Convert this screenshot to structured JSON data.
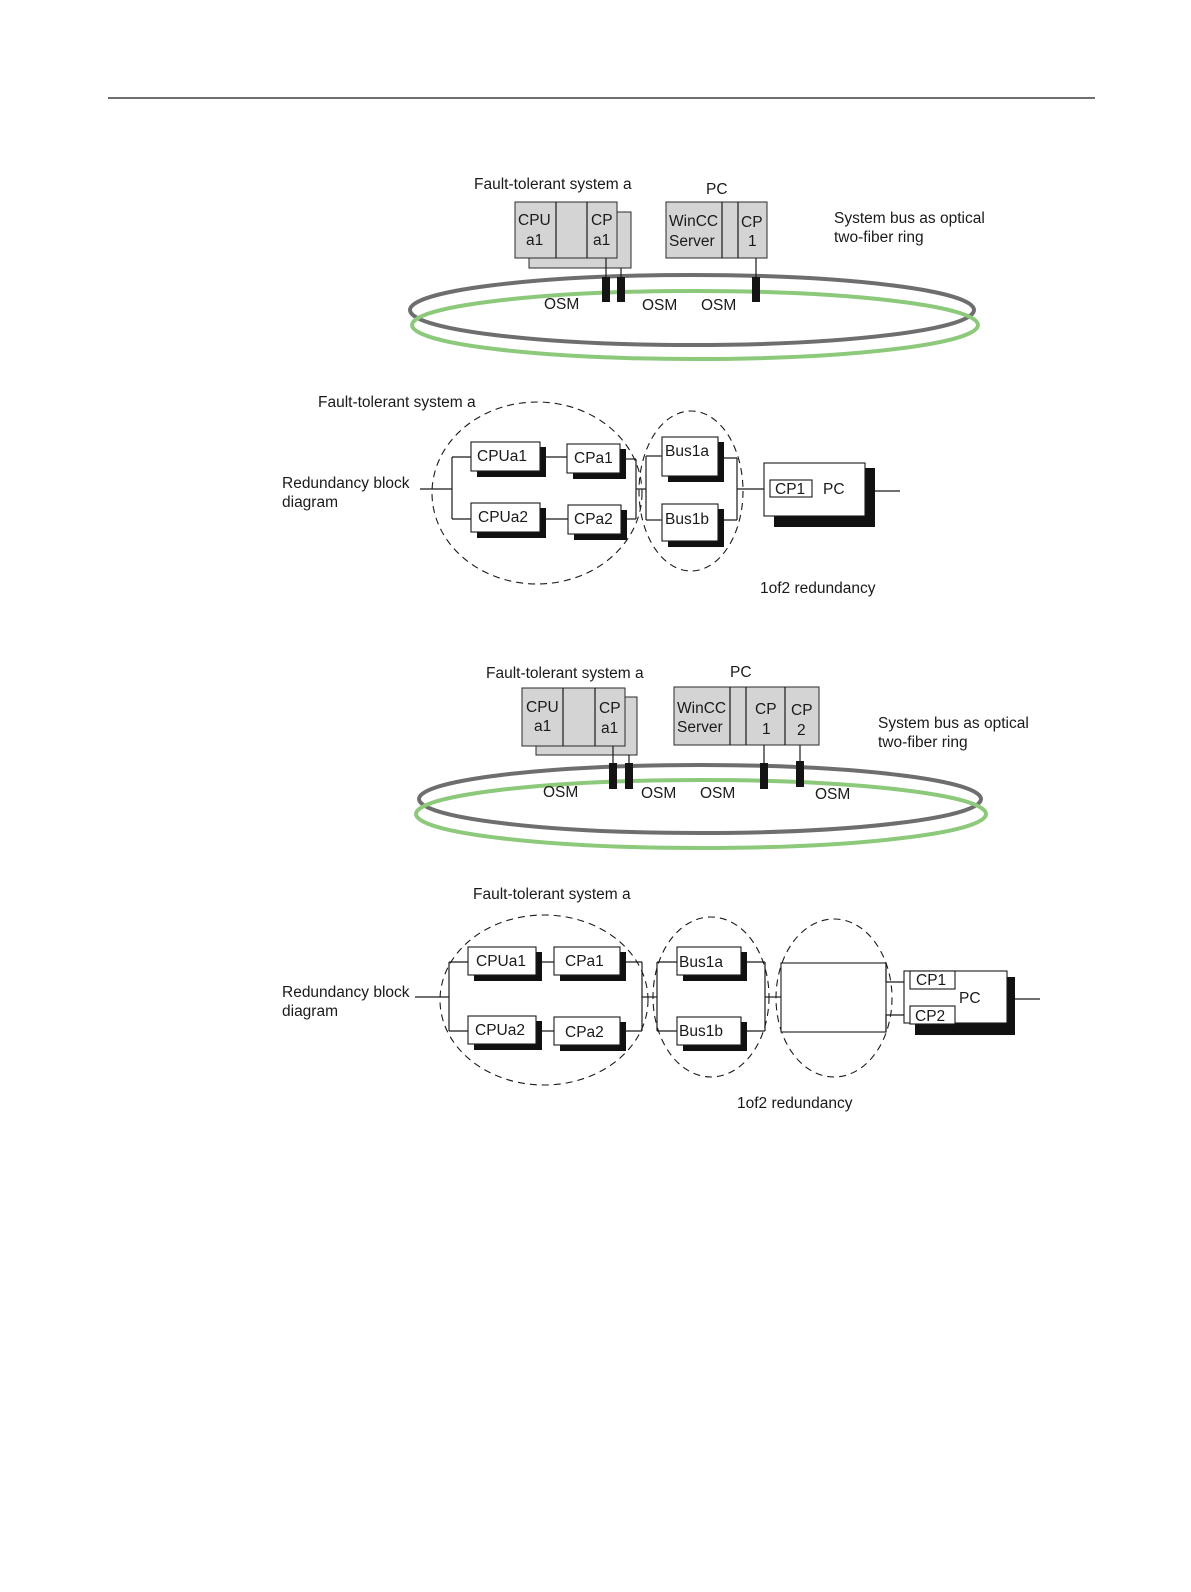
{
  "diagram1": {
    "title": "Fault-tolerant system a",
    "cpu_line1": "CPU",
    "cpu_line2": "a1",
    "cp_line1": "CP",
    "cp_line2": "a1",
    "pc_label": "PC",
    "wincc_line1": "WinCC",
    "wincc_line2": "Server",
    "pc_cp_line1": "CP",
    "pc_cp_line2": "1",
    "bus_line1": "System bus as optical",
    "bus_line2": "two-fiber ring",
    "osm_labels": [
      "OSM",
      "OSM",
      "OSM"
    ]
  },
  "block1": {
    "title": "Fault-tolerant system a",
    "rbd_line1": "Redundancy block",
    "rbd_line2": "diagram",
    "cpua1": "CPUa1",
    "cpa1": "CPa1",
    "cpua2": "CPUa2",
    "cpa2": "CPa2",
    "bus1a": "Bus1a",
    "bus1b": "Bus1b",
    "cp1": "CP1",
    "pc": "PC",
    "caption": "1of2 redundancy"
  },
  "diagram2": {
    "title": "Fault-tolerant system a",
    "cpu_line1": "CPU",
    "cpu_line2": "a1",
    "cp_line1": "CP",
    "cp_line2": "a1",
    "pc_label": "PC",
    "wincc_line1": "WinCC",
    "wincc_line2": "Server",
    "pc_cp1_line1": "CP",
    "pc_cp1_line2": "1",
    "pc_cp2_line1": "CP",
    "pc_cp2_line2": "2",
    "bus_line1": "System bus as optical",
    "bus_line2": "two-fiber ring",
    "osm_labels": [
      "OSM",
      "OSM",
      "OSM",
      "OSM"
    ]
  },
  "block2": {
    "title": "Fault-tolerant system a",
    "rbd_line1": "Redundancy block",
    "rbd_line2": "diagram",
    "cpua1": "CPUa1",
    "cpa1": "CPa1",
    "cpua2": "CPUa2",
    "cpa2": "CPa2",
    "bus1a": "Bus1a",
    "bus1b": "Bus1b",
    "cp1": "CP1",
    "cp2": "CP2",
    "pc": "PC",
    "caption": "1of2 redundancy"
  }
}
